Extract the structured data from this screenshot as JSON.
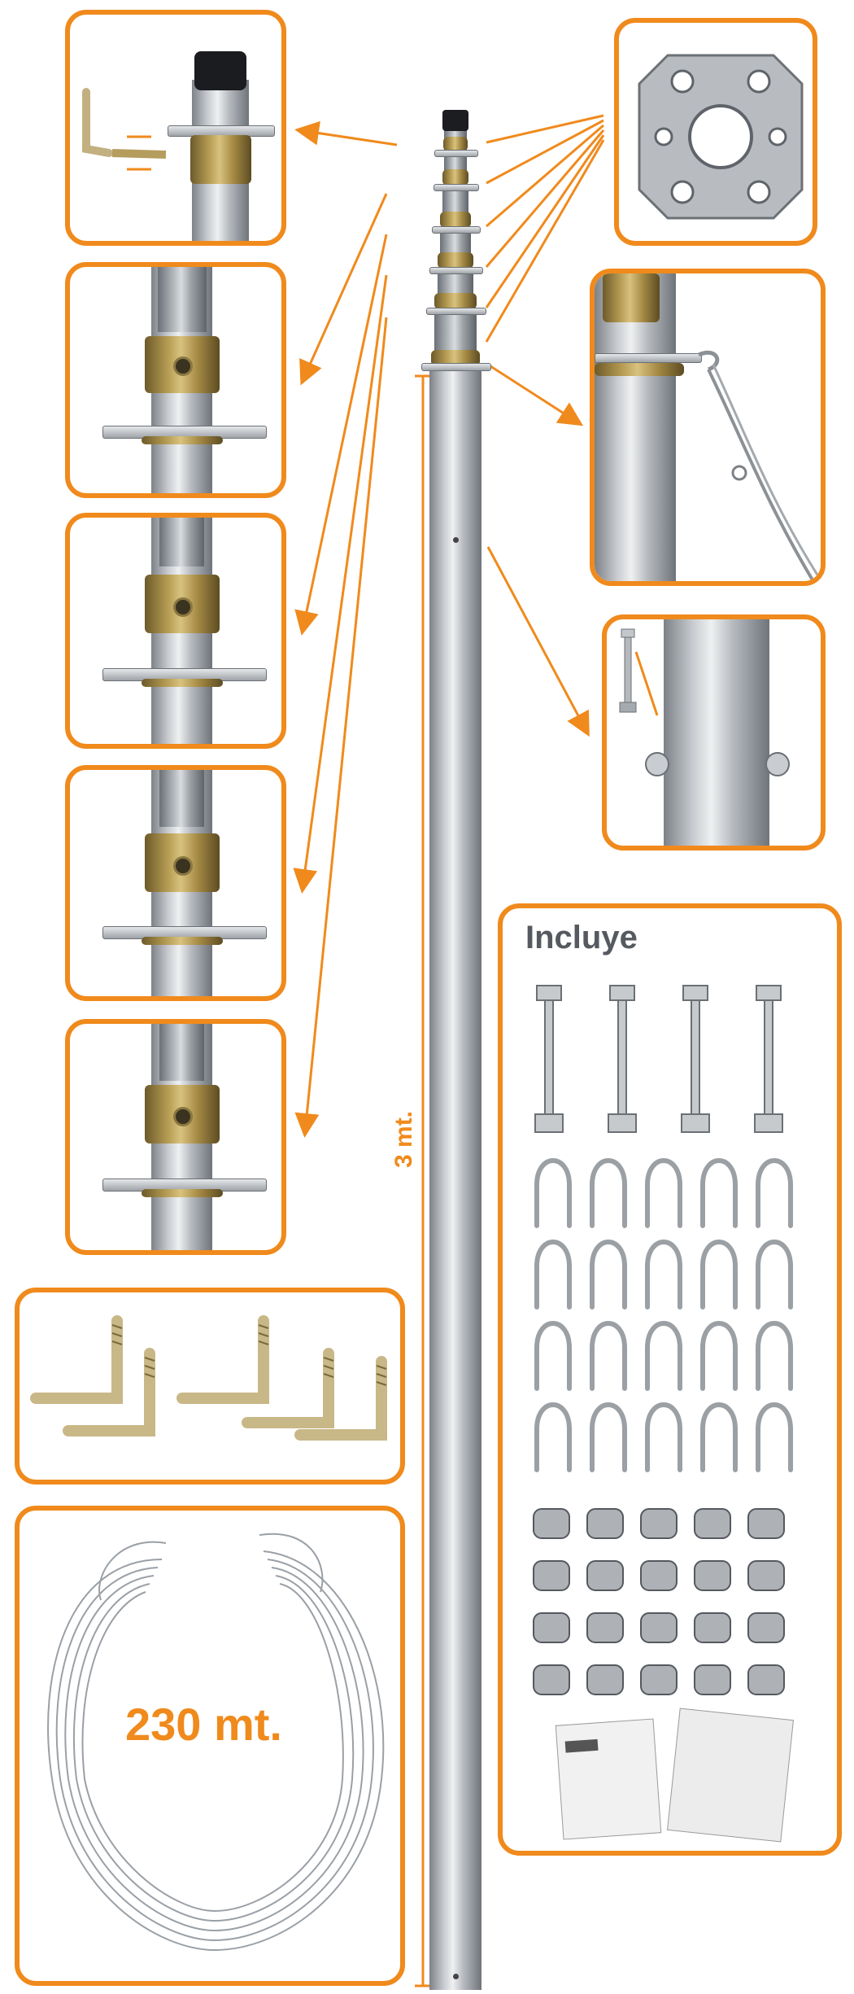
{
  "colors": {
    "accent": "#f08a1c",
    "steel": "#b7bbc0",
    "brass": "#b49a52"
  },
  "labels": {
    "height": "3 mt.",
    "cable_length": "230 mt.",
    "includes_title": "Incluye"
  },
  "included_items": {
    "bolts": 4,
    "cable_thimbles": 20,
    "wire_rope_clips": 20,
    "l_hooks": 5,
    "manuals": 2
  }
}
